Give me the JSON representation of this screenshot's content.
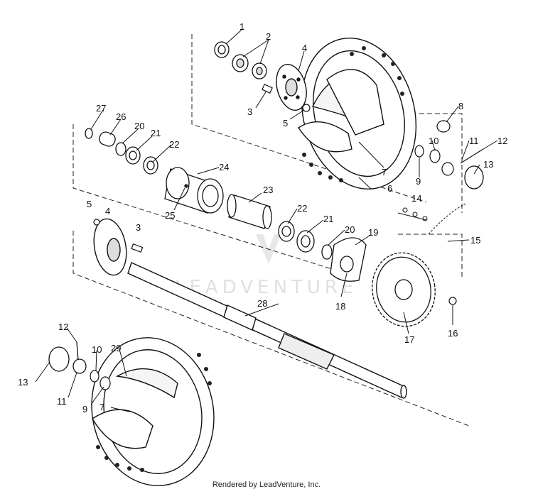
{
  "footer": {
    "text": "Rendered by LeadVenture, Inc."
  },
  "watermark": {
    "text": "LEADVENTURE",
    "icon": "leadventure-logo-icon"
  },
  "callouts": [
    {
      "id": "c1",
      "text": "1"
    },
    {
      "id": "c2",
      "text": "2"
    },
    {
      "id": "c3a",
      "text": "3"
    },
    {
      "id": "c4a",
      "text": "4"
    },
    {
      "id": "c5a",
      "text": "5"
    },
    {
      "id": "c6",
      "text": "6"
    },
    {
      "id": "c7a",
      "text": "7"
    },
    {
      "id": "c8",
      "text": "8"
    },
    {
      "id": "c9a",
      "text": "9"
    },
    {
      "id": "c10a",
      "text": "10"
    },
    {
      "id": "c11a",
      "text": "11"
    },
    {
      "id": "c12a",
      "text": "12"
    },
    {
      "id": "c13a",
      "text": "13"
    },
    {
      "id": "c14",
      "text": "14"
    },
    {
      "id": "c15",
      "text": "15"
    },
    {
      "id": "c16",
      "text": "16"
    },
    {
      "id": "c17",
      "text": "17"
    },
    {
      "id": "c18",
      "text": "18"
    },
    {
      "id": "c19",
      "text": "19"
    },
    {
      "id": "c20a",
      "text": "20"
    },
    {
      "id": "c21a",
      "text": "21"
    },
    {
      "id": "c22a",
      "text": "22"
    },
    {
      "id": "c23",
      "text": "23"
    },
    {
      "id": "c24",
      "text": "24"
    },
    {
      "id": "c25",
      "text": "25"
    },
    {
      "id": "c26",
      "text": "26"
    },
    {
      "id": "c27",
      "text": "27"
    },
    {
      "id": "c5b",
      "text": "5"
    },
    {
      "id": "c4b",
      "text": "4"
    },
    {
      "id": "c3b",
      "text": "3"
    },
    {
      "id": "c22b",
      "text": "22"
    },
    {
      "id": "c21b",
      "text": "21"
    },
    {
      "id": "c20b",
      "text": "20"
    },
    {
      "id": "c28",
      "text": "28"
    },
    {
      "id": "c12b",
      "text": "12"
    },
    {
      "id": "c10b",
      "text": "10"
    },
    {
      "id": "c29",
      "text": "29"
    },
    {
      "id": "c13b",
      "text": "13"
    },
    {
      "id": "c11b",
      "text": "11"
    },
    {
      "id": "c9b",
      "text": "9"
    },
    {
      "id": "c7b",
      "text": "7"
    }
  ]
}
